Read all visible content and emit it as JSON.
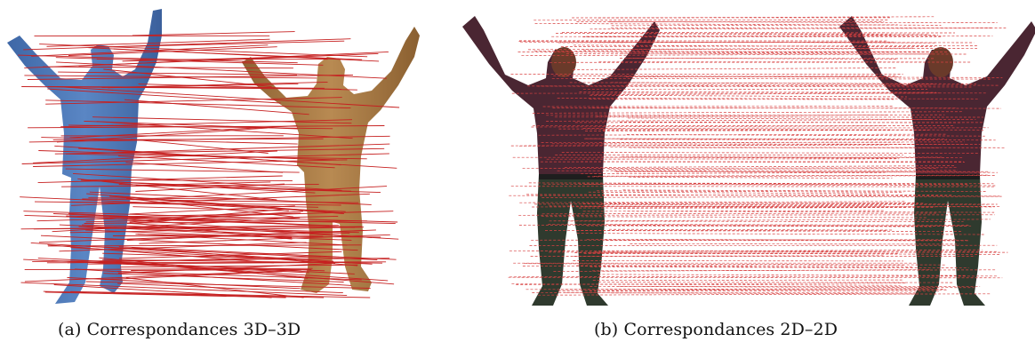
{
  "figure": {
    "panel_a": {
      "label": "(a)",
      "caption": "Correspondances 3D–3D",
      "left_model_color": "#4a77b8",
      "right_model_color": "#a87a45",
      "line_color": "#c62020"
    },
    "panel_b": {
      "label": "(b)",
      "caption": "Correspondances 2D–2D",
      "shirt_color": "#4a2632",
      "pants_color": "#2f3a2e",
      "line_color": "#d84040"
    }
  }
}
